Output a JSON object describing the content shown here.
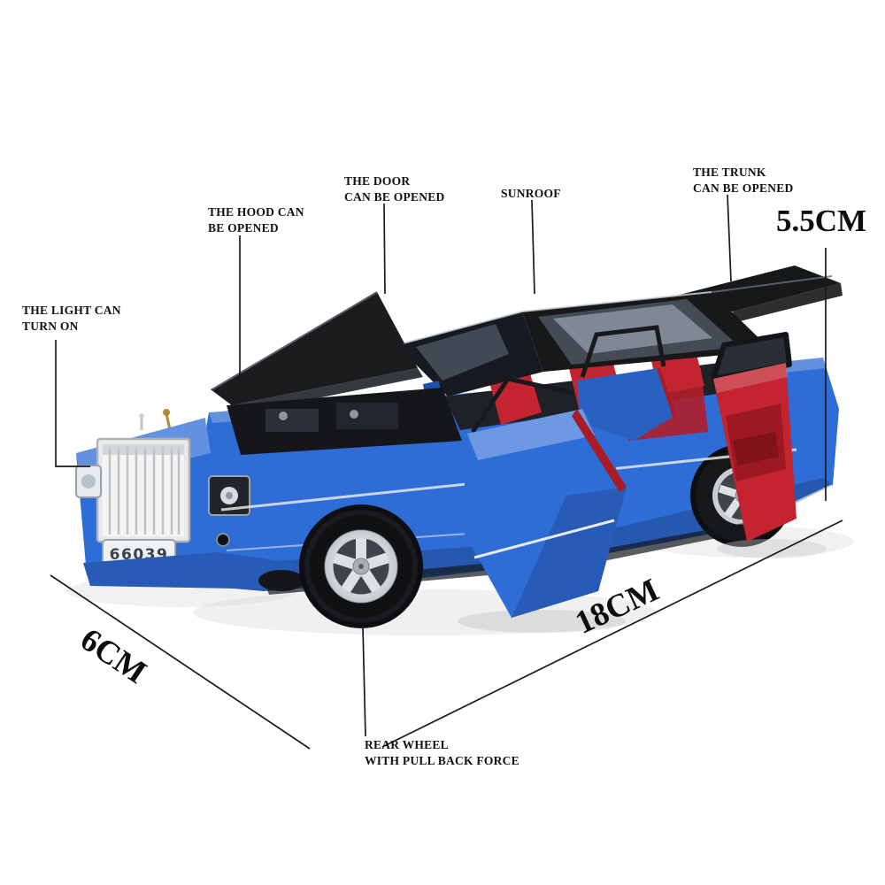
{
  "annotations": {
    "light": {
      "label": "THE LIGHT CAN\nTURN ON"
    },
    "hood": {
      "label": "THE HOOD CAN\nBE OPENED"
    },
    "door": {
      "label": "THE DOOR\nCAN BE OPENED"
    },
    "sunroof": {
      "label": "SUNROOF"
    },
    "trunk": {
      "label": "THE TRUNK\nCAN BE OPENED"
    },
    "rear_wheel": {
      "label": "REAR WHEEL\nWITH PULL BACK FORCE"
    }
  },
  "dimensions": {
    "height": "5.5CM",
    "length": "18CM",
    "width": "6CM"
  },
  "car": {
    "plate": "66039",
    "colors": {
      "body": "#2e6cd6",
      "body_light": "#5b93e6",
      "body_dark": "#1c4fae",
      "roof": "#17181a",
      "interior": "#c42430",
      "grille": "#f0f0f0",
      "wheel": "#c9ccd0",
      "tire": "#17181a"
    }
  }
}
